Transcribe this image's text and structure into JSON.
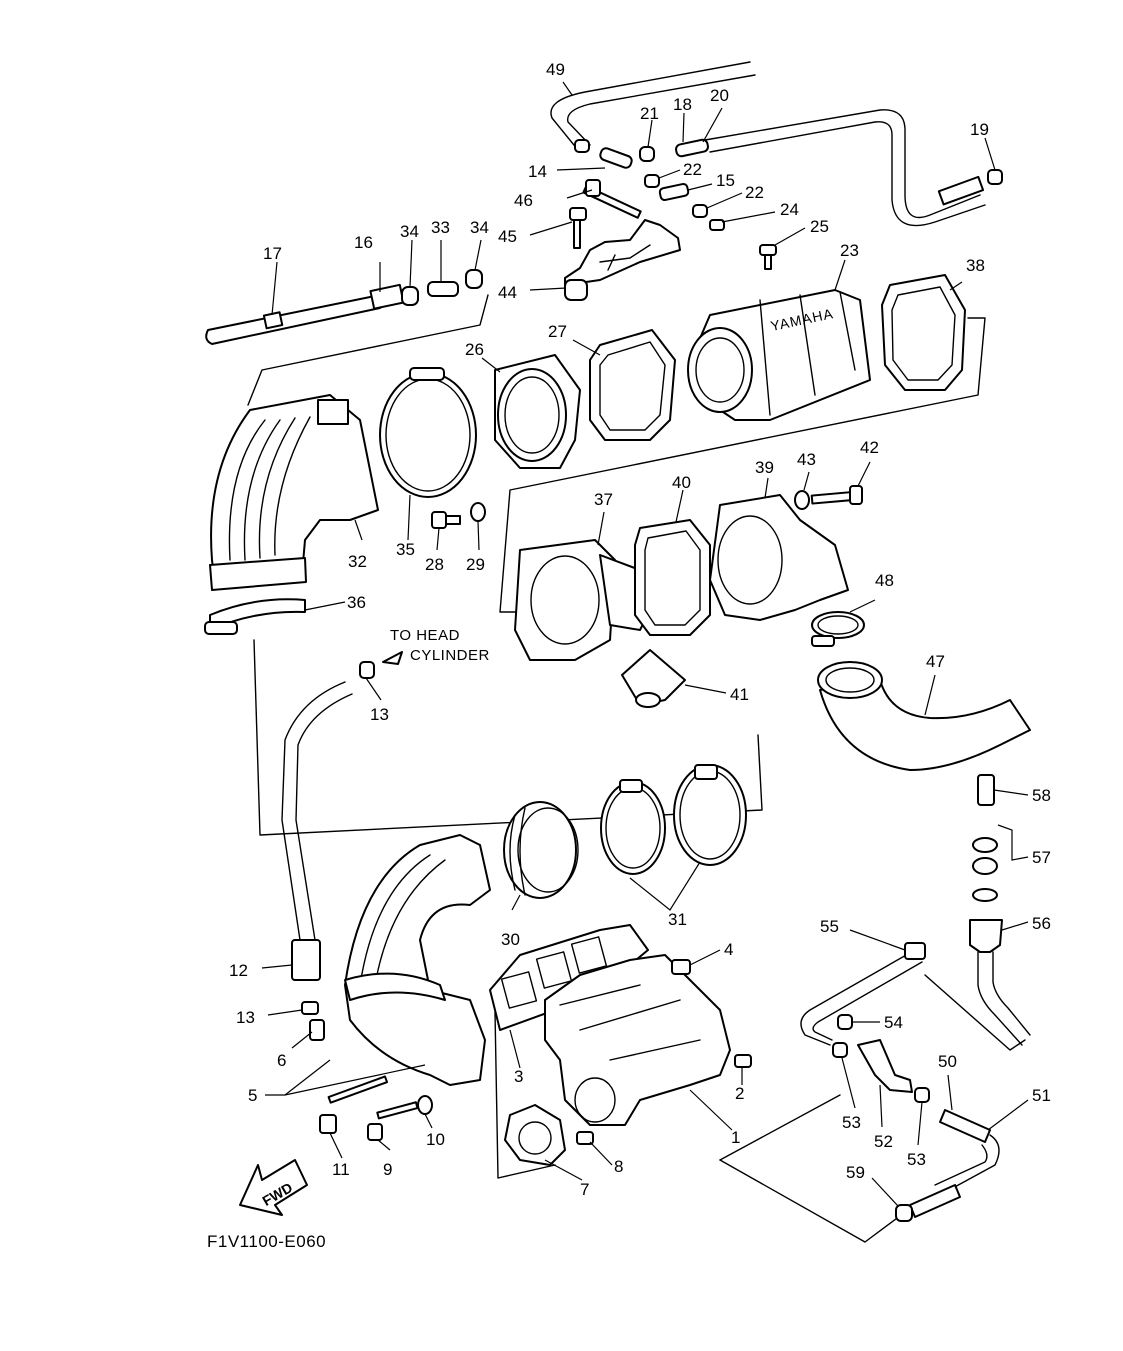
{
  "diagram": {
    "code": "F1V1100-E060",
    "note_line1": "TO HEAD",
    "note_line2": "CYLINDER",
    "fwd_label": "FWD",
    "brand_text": "YAMAHA",
    "callouts": [
      "1",
      "2",
      "3",
      "4",
      "5",
      "6",
      "7",
      "8",
      "9",
      "10",
      "11",
      "12",
      "13",
      "13",
      "14",
      "15",
      "16",
      "17",
      "18",
      "19",
      "20",
      "21",
      "22",
      "22",
      "23",
      "24",
      "25",
      "26",
      "27",
      "28",
      "29",
      "30",
      "31",
      "32",
      "33",
      "34",
      "34",
      "35",
      "36",
      "37",
      "38",
      "39",
      "40",
      "41",
      "42",
      "43",
      "44",
      "45",
      "46",
      "47",
      "48",
      "49",
      "50",
      "51",
      "52",
      "53",
      "53",
      "54",
      "55",
      "56",
      "57",
      "58",
      "59"
    ]
  }
}
